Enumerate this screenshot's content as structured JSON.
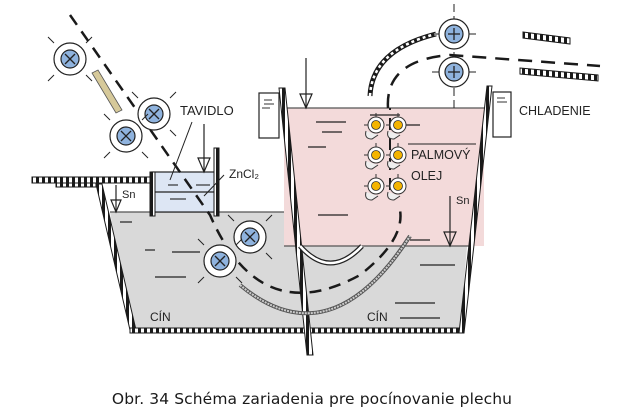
{
  "figure": {
    "caption": "Obr. 34 Schéma zariadenia pre pocínovanie plechu",
    "labels": {
      "flux": "TAVIDLO",
      "zinc_chloride": "ZnCl₂",
      "tin_feed_left": "Sn",
      "tin_feed_right": "Sn",
      "palm_oil_line1": "PALMOVÝ",
      "palm_oil_line2": "OLEJ",
      "cooling": "CHLADENIE",
      "tin_left": "CÍN",
      "tin_right": "CÍN"
    },
    "colors": {
      "tin_bath": "#d9d9d9",
      "palm_oil": "#f3dada",
      "flux_box": "#dde6f4",
      "roller_fill": "#8fb3de",
      "oil_roller_fill": "#f4b400",
      "sheet_bar": "#d6c99a",
      "line": "#1a1a1a"
    },
    "components": {
      "entry_rollers": 3,
      "submerged_tin_rollers": 2,
      "oil_roller_pairs": 3,
      "exit_rollers": 2
    }
  }
}
